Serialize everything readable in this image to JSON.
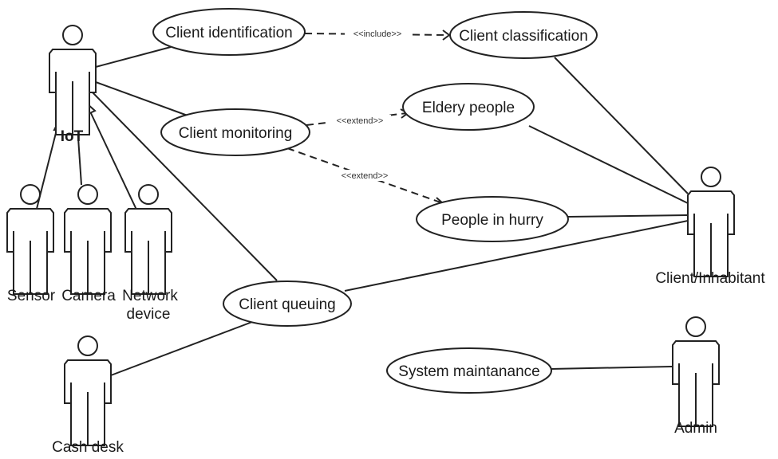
{
  "diagram": {
    "type": "uml-use-case",
    "actors": [
      {
        "id": "iot",
        "label": "IoT",
        "bold": true
      },
      {
        "id": "sensor",
        "label": "Sensor"
      },
      {
        "id": "camera",
        "label": "Camera"
      },
      {
        "id": "network",
        "label": "Network",
        "label2": "device"
      },
      {
        "id": "cashdesk",
        "label": "Cash desk"
      },
      {
        "id": "client",
        "label": "Client/Inhabitant"
      },
      {
        "id": "admin",
        "label": "Admin"
      }
    ],
    "use_cases": [
      {
        "id": "ident",
        "label": "Client identification"
      },
      {
        "id": "classif",
        "label": "Client classification"
      },
      {
        "id": "monitor",
        "label": "Client monitoring"
      },
      {
        "id": "eldery",
        "label": "Eldery people"
      },
      {
        "id": "hurry",
        "label": "People in hurry"
      },
      {
        "id": "queue",
        "label": "Client queuing"
      },
      {
        "id": "maint",
        "label": "System maintanance"
      }
    ],
    "relations": [
      {
        "from": "ident",
        "to": "classif",
        "type": "include",
        "label": "<<include>>"
      },
      {
        "from": "monitor",
        "to": "eldery",
        "type": "extend",
        "label": "<<extend>>"
      },
      {
        "from": "monitor",
        "to": "hurry",
        "type": "extend",
        "label": "<<extend>>"
      },
      {
        "from": "iot",
        "to": "ident",
        "type": "association"
      },
      {
        "from": "iot",
        "to": "monitor",
        "type": "association"
      },
      {
        "from": "iot",
        "to": "queue",
        "type": "association"
      },
      {
        "from": "sensor",
        "to": "iot",
        "type": "generalization"
      },
      {
        "from": "camera",
        "to": "iot",
        "type": "generalization"
      },
      {
        "from": "network",
        "to": "iot",
        "type": "generalization"
      },
      {
        "from": "classif",
        "to": "client",
        "type": "association"
      },
      {
        "from": "eldery",
        "to": "client",
        "type": "association"
      },
      {
        "from": "hurry",
        "to": "client",
        "type": "association"
      },
      {
        "from": "queue",
        "to": "client",
        "type": "association"
      },
      {
        "from": "cashdesk",
        "to": "queue",
        "type": "association"
      },
      {
        "from": "maint",
        "to": "admin",
        "type": "association"
      }
    ]
  }
}
